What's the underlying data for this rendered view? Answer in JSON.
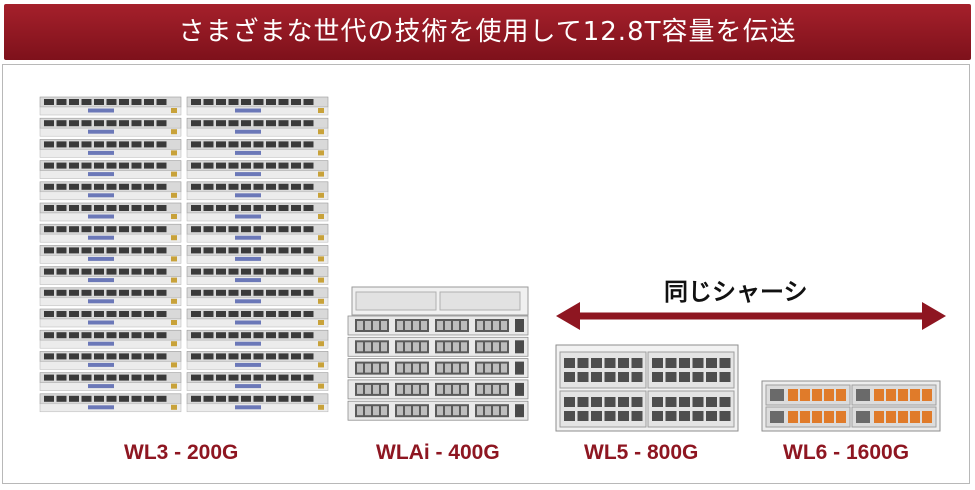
{
  "header": {
    "title": "さまざまな世代の技術を使用して12.8T容量を伝送"
  },
  "same_chassis": {
    "label": "同じシャーシ"
  },
  "products": [
    {
      "label": "WL3 - 200G"
    },
    {
      "label": "WLAi - 400G"
    },
    {
      "label": "WL5 - 800G"
    },
    {
      "label": "WL6 - 1600G"
    }
  ],
  "colors": {
    "banner": "#8e1621",
    "label": "#8e1621",
    "arrow": "#8e1621",
    "port_orange": "#e07b2a"
  }
}
